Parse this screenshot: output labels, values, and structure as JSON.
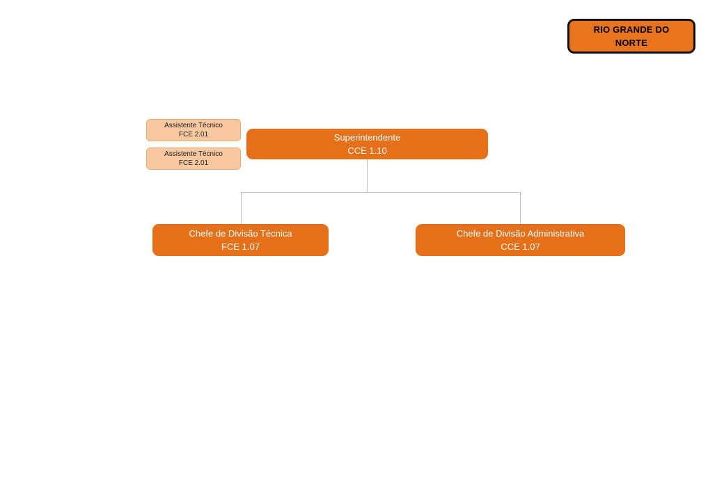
{
  "canvas": {
    "background": "#FFFFFF"
  },
  "colors": {
    "node_orange": "#E6701A",
    "node_light_fill": "#F8C9A0",
    "node_light_border": "#EFAA6E",
    "connector_gray": "#BFBFBF",
    "badge_fill": "#E8741E",
    "badge_border": "#111111",
    "badge_text": "#000000",
    "node_text_on_orange": "#FFFFFF",
    "node_text_on_light": "#1A1A1A"
  },
  "badge": {
    "line1": "RIO GRANDE DO",
    "line2": "NORTE"
  },
  "nodes": {
    "assistant1": {
      "title": "Assistente Técnico",
      "code": "FCE 2.01"
    },
    "assistant2": {
      "title": "Assistente Técnico",
      "code": "FCE 2.01"
    },
    "root": {
      "title": "Superintendente",
      "code": "CCE 1.10"
    },
    "child1": {
      "title": "Chefe de Divisão Técnica",
      "code": "FCE 1.07"
    },
    "child2": {
      "title": "Chefe de Divisão Administrativa",
      "code": "CCE 1.07"
    }
  }
}
